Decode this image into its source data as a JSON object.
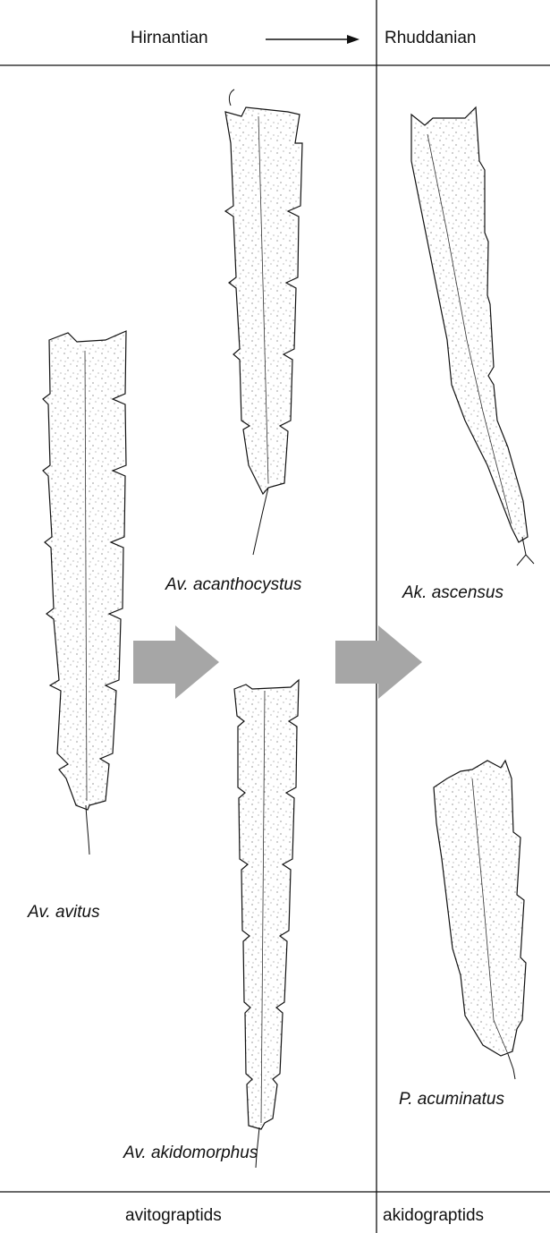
{
  "header": {
    "left_period": "Hirnantian",
    "right_period": "Rhuddanian"
  },
  "species": {
    "avitus": "Av. avitus",
    "acanthocystus": "Av. acanthocystus",
    "akidomorphus": "Av. akidomorphus",
    "ascensus": "Ak. ascensus",
    "acuminatus": "P. acuminatus"
  },
  "footer": {
    "left_group": "avitograptids",
    "right_group": "akidograptids"
  },
  "colors": {
    "line": "#111111",
    "arrow_fill": "#a6a6a6",
    "stipple": "#555555"
  }
}
